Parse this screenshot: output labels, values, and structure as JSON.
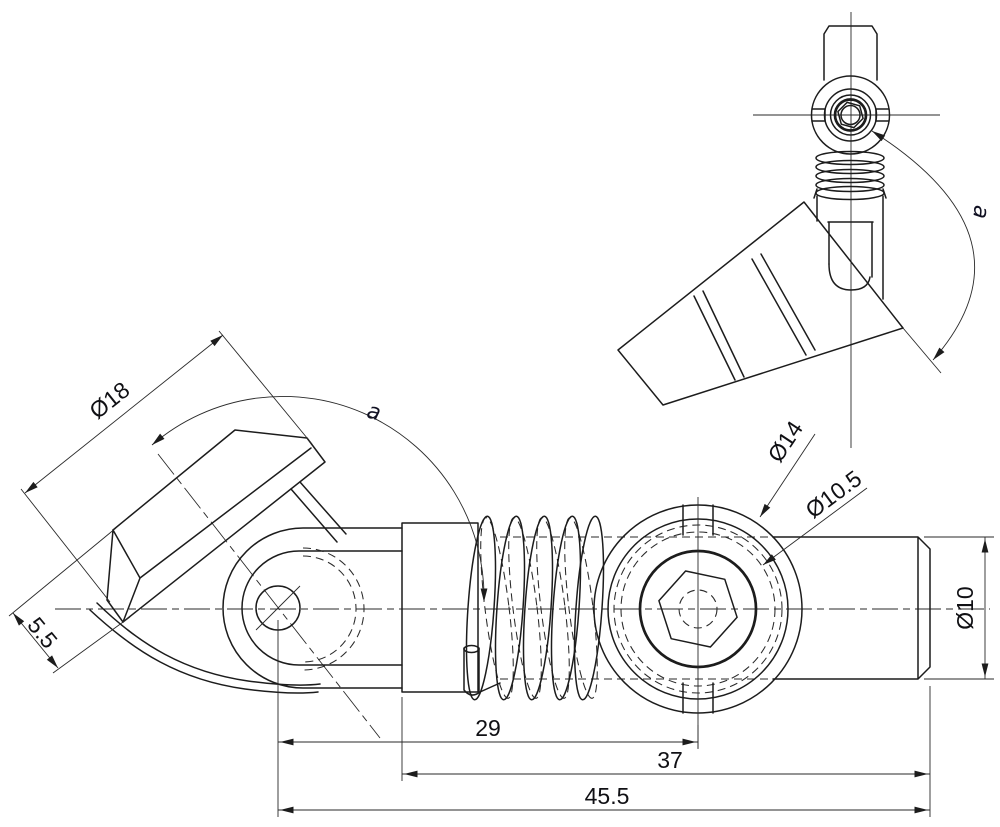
{
  "drawing": {
    "kind": "CAD technical drawing, 2 views of a hinged-cap grease fitting",
    "background_color": "#ffffff",
    "line_color": "#1c1c1c",
    "views": {
      "main_view": {
        "name": "main side view",
        "dims": {
          "cap_diameter": "Ø18",
          "cap_thickness": "5.5",
          "open_angle": "a",
          "flange_diameter": "Ø14",
          "seal_diameter": "Ø10.5",
          "shaft_diameter": "Ø10",
          "pivot_to_flange_length": "29",
          "body_length": "37",
          "overall_length": "45.5"
        }
      },
      "secondary_view": {
        "name": "rotated view with coupler",
        "dims": {
          "open_angle": "a"
        }
      }
    }
  }
}
